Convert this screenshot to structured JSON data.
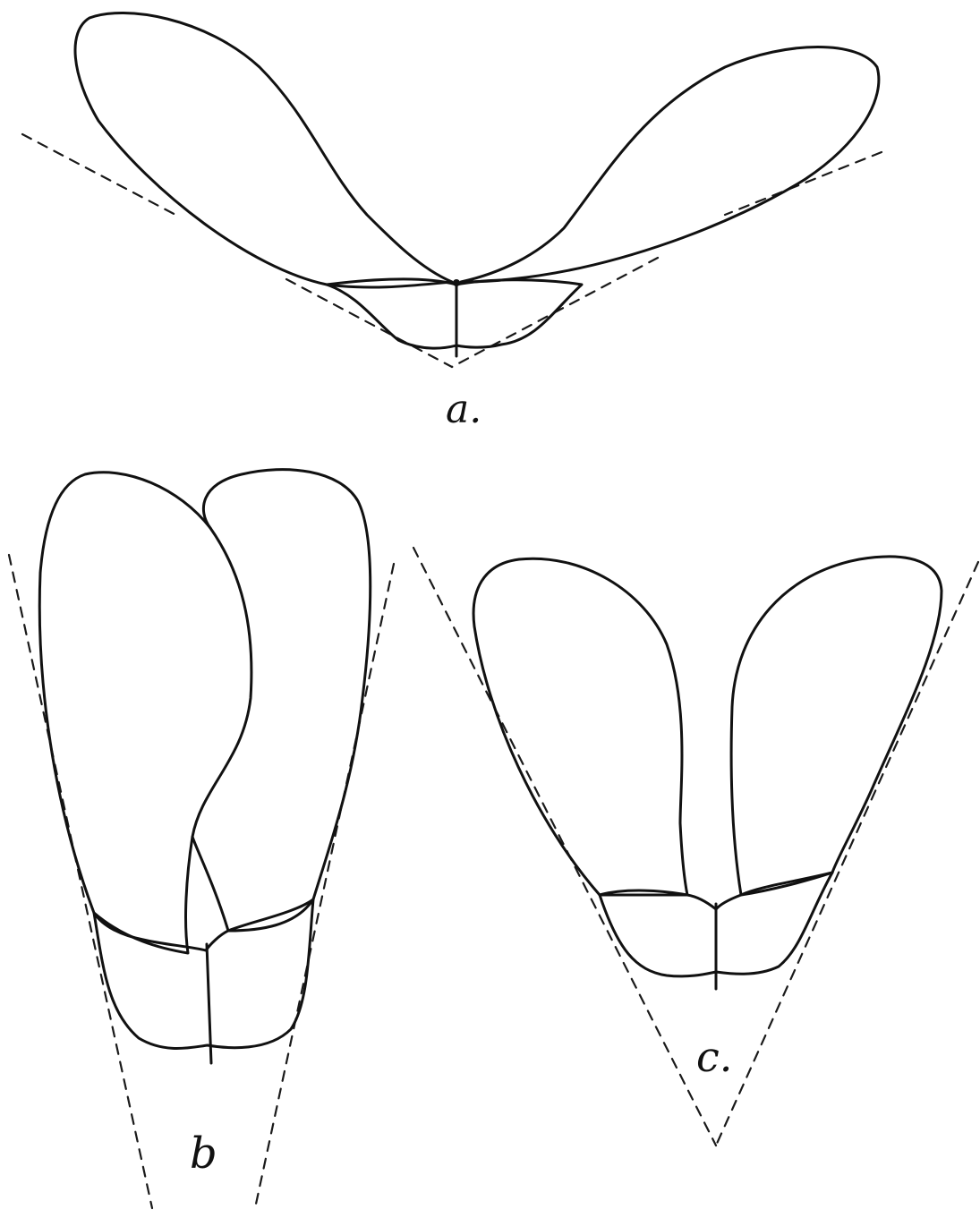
{
  "figures": [
    {
      "id": "a",
      "label": "a."
    },
    {
      "id": "b",
      "label": "b"
    },
    {
      "id": "c",
      "label": "c."
    }
  ],
  "colors": {
    "ink": "#111111",
    "paper": "#ffffff"
  }
}
